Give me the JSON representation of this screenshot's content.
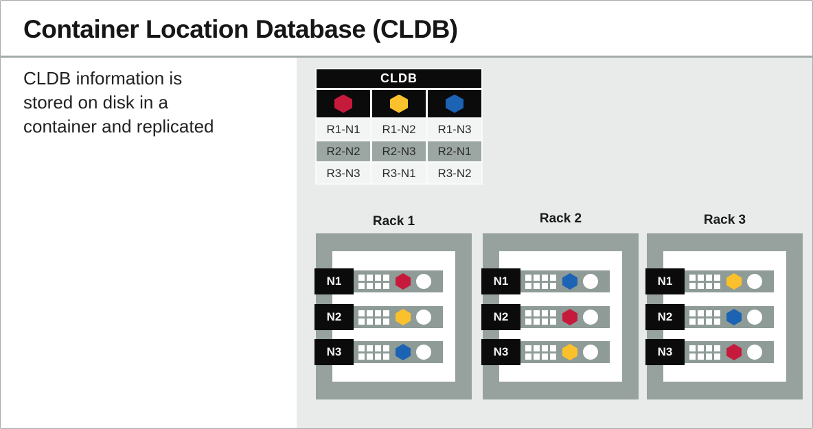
{
  "title": "Container Location Database (CLDB)",
  "description_lines": [
    "CLDB information is",
    "stored on disk in a",
    "container and replicated"
  ],
  "colors": {
    "red": "#C61A3D",
    "yellow": "#FBC12C",
    "blue": "#1C63B3",
    "black_cell": "#0B0B0B",
    "panel_background": "#E9EBEA",
    "rack_frame_gray": "#97A29E",
    "node_bar_gray": "#8E9B97",
    "highlight_row_gray": "#9CA7A3"
  },
  "cldb_table": {
    "header": "CLDB",
    "containers": [
      "red",
      "yellow",
      "blue"
    ],
    "rows": [
      {
        "highlighted": false,
        "cells": [
          "R1-N1",
          "R1-N2",
          "R1-N3"
        ]
      },
      {
        "highlighted": true,
        "cells": [
          "R2-N2",
          "R2-N3",
          "R2-N1"
        ]
      },
      {
        "highlighted": false,
        "cells": [
          "R3-N3",
          "R3-N1",
          "R3-N2"
        ]
      }
    ]
  },
  "racks": [
    {
      "title": "Rack 1",
      "nodes": [
        {
          "label": "N1",
          "container": "red"
        },
        {
          "label": "N2",
          "container": "yellow"
        },
        {
          "label": "N3",
          "container": "blue"
        }
      ]
    },
    {
      "title": "Rack 2",
      "nodes": [
        {
          "label": "N1",
          "container": "blue"
        },
        {
          "label": "N2",
          "container": "red"
        },
        {
          "label": "N3",
          "container": "yellow"
        }
      ]
    },
    {
      "title": "Rack 3",
      "nodes": [
        {
          "label": "N1",
          "container": "yellow"
        },
        {
          "label": "N2",
          "container": "blue"
        },
        {
          "label": "N3",
          "container": "red"
        }
      ]
    }
  ]
}
